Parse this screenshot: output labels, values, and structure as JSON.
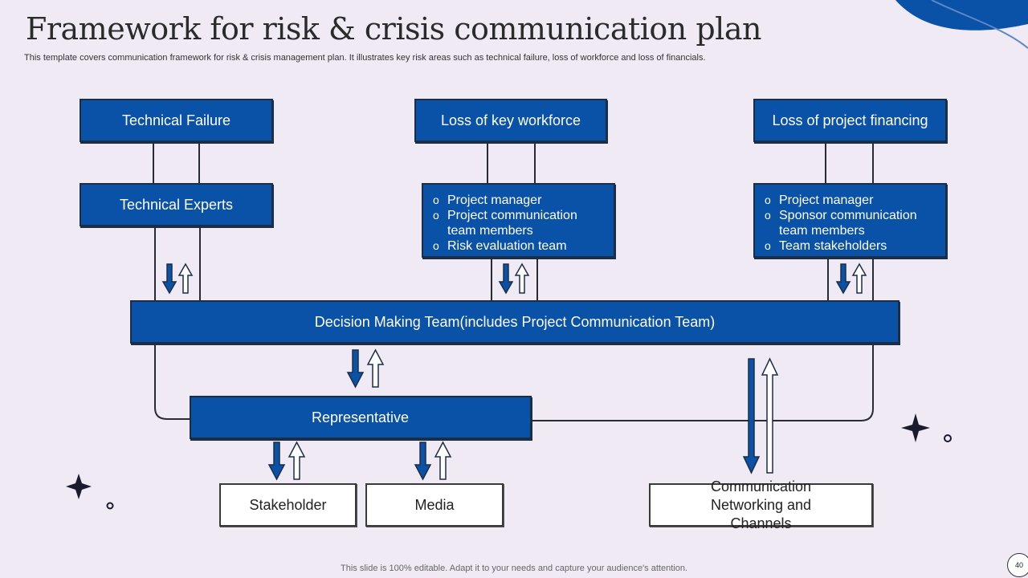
{
  "header": {
    "title": "Framework for risk & crisis communication plan",
    "subtitle": "This template covers communication framework for risk & crisis management plan. It illustrates key risk areas such as technical failure, loss of workforce and loss of financials."
  },
  "risks": {
    "technical_failure": "Technical Failure",
    "loss_workforce": "Loss of key workforce",
    "loss_financing": "Loss of project financing"
  },
  "responders": {
    "technical_experts": "Technical Experts",
    "workforce_team": [
      "Project manager",
      "Project communication team members",
      "Risk evaluation team"
    ],
    "financing_team": [
      "Project manager",
      "Sponsor communication team members",
      "Team stakeholders"
    ]
  },
  "decision_team": "Decision Making Team(includes Project Communication Team)",
  "representative": "Representative",
  "outputs": {
    "stakeholder": "Stakeholder",
    "media": "Media",
    "channels": "Communication Networking and Channels"
  },
  "footer": {
    "note": "This slide is 100% editable. Adapt it to your needs and capture your audience's attention.",
    "page": "40"
  },
  "colors": {
    "box_blue": "#0a52a8",
    "outline": "#1c2d46",
    "background": "#efeaf4"
  },
  "icons": [
    "arrow-down-icon",
    "arrow-up-icon",
    "sparkle-icon"
  ]
}
